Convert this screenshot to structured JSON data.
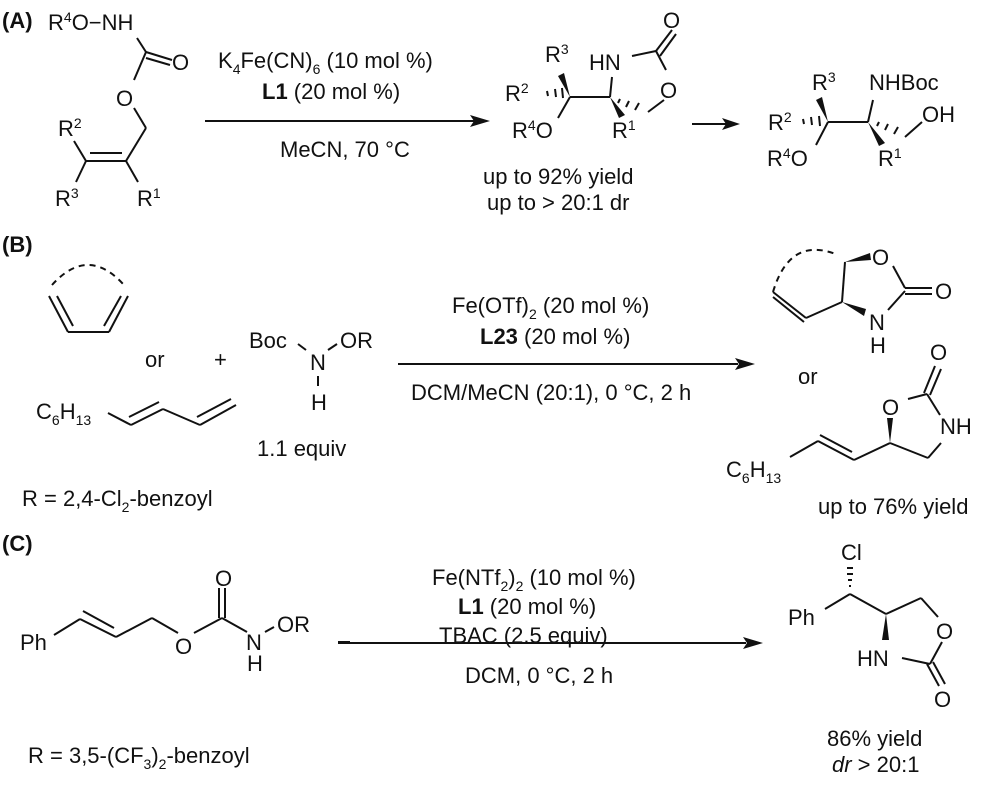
{
  "panels": {
    "A": {
      "label": "(A)",
      "reactant": {
        "r4": "R",
        "r4_sup": "4",
        "o_nh": "O−NH",
        "carbonyl_o": "O",
        "ester_o": "O",
        "r2": "R",
        "r2_sup": "2",
        "r3": "R",
        "r3_sup": "3",
        "r1": "R",
        "r1_sup": "1"
      },
      "conditions": {
        "line1_pre": "K",
        "line1_sub1": "4",
        "line1_mid": "Fe(CN)",
        "line1_sub2": "6",
        "line1_post": " (10 mol %)",
        "line2_bold": "L1",
        "line2_rest": " (20 mol %)",
        "below": "MeCN, 70 °C"
      },
      "product1": {
        "r3": "R",
        "r3_sup": "3",
        "hn": "HN",
        "carbonyl_o": "O",
        "ring_o": "O",
        "r2": "R",
        "r2_sup": "2",
        "r4": "R",
        "r4_sup": "4",
        "r4_o": "O",
        "r1": "R",
        "r1_sup": "1"
      },
      "yield": "up to 92% yield",
      "dr": "up to > 20:1 dr",
      "product2": {
        "r3": "R",
        "r3_sup": "3",
        "nhboc": "NHBoc",
        "oh": "OH",
        "r2": "R",
        "r2_sup": "2",
        "r4": "R",
        "r4_sup": "4",
        "r4_o": "O",
        "r1": "R",
        "r1_sup": "1"
      }
    },
    "B": {
      "label": "(B)",
      "or1": "or",
      "plus": "+",
      "diene": {
        "c": "C",
        "c_sub": "6",
        "h": "H",
        "h_sub": "13"
      },
      "reagent": {
        "boc": "Boc",
        "n": "N",
        "or": "OR",
        "h": "H",
        "equiv": "1.1 equiv"
      },
      "r_def": {
        "pre": "R = 2,4-Cl",
        "sub": "2",
        "post": "-benzoyl"
      },
      "conditions": {
        "line1_pre": "Fe(OTf)",
        "line1_sub": "2",
        "line1_post": " (20 mol %)",
        "line2_bold": "L23",
        "line2_rest": " (20 mol %)",
        "below": "DCM/MeCN (20:1), 0 °C, 2 h"
      },
      "product1": {
        "o_ring": "O",
        "carbonyl_o": "O",
        "n": "N",
        "h": "H"
      },
      "or2": "or",
      "product2": {
        "carbonyl_o": "O",
        "o_ring": "O",
        "nh": "NH",
        "c": "C",
        "c_sub": "6",
        "h": "H",
        "h_sub": "13"
      },
      "yield": "up to 76% yield"
    },
    "C": {
      "label": "(C)",
      "reactant": {
        "ph": "Ph",
        "ester_o": "O",
        "carbonyl_o": "O",
        "n": "N",
        "or": "OR",
        "h": "H"
      },
      "r_def": {
        "pre": "R = 3,5-(CF",
        "sub1": "3",
        "mid": ")",
        "sub2": "2",
        "post": "-benzoyl"
      },
      "conditions": {
        "line1_pre": "Fe(NTf",
        "line1_sub1": "2",
        "line1_mid": ")",
        "line1_sub2": "2",
        "line1_post": " (10 mol %)",
        "line2_bold": "L1",
        "line2_rest": " (20 mol %)",
        "line3": "TBAC (2.5 equiv)",
        "below": "DCM, 0 °C, 2 h"
      },
      "product": {
        "cl": "Cl",
        "ph": "Ph",
        "ring_o": "O",
        "hn": "HN",
        "carbonyl_o": "O"
      },
      "yield": "86% yield",
      "dr_italic": "dr",
      "dr_rest": " > 20:1"
    }
  },
  "colors": {
    "ink": "#111111",
    "background": "#ffffff"
  }
}
